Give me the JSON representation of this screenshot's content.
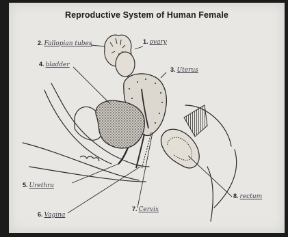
{
  "title": "Reproductive System of Human Female",
  "labels": [
    {
      "number": "1.",
      "text": "ovary"
    },
    {
      "number": "2.",
      "text": "Fallopian tubes"
    },
    {
      "number": "3.",
      "text": "Uterus"
    },
    {
      "number": "4.",
      "text": "bladder"
    },
    {
      "number": "5.",
      "text": "Urethra"
    },
    {
      "number": "6.",
      "text": "Vagina"
    },
    {
      "number": "7.",
      "text": "Cervix"
    },
    {
      "number": "8.",
      "text": "rectum"
    }
  ]
}
